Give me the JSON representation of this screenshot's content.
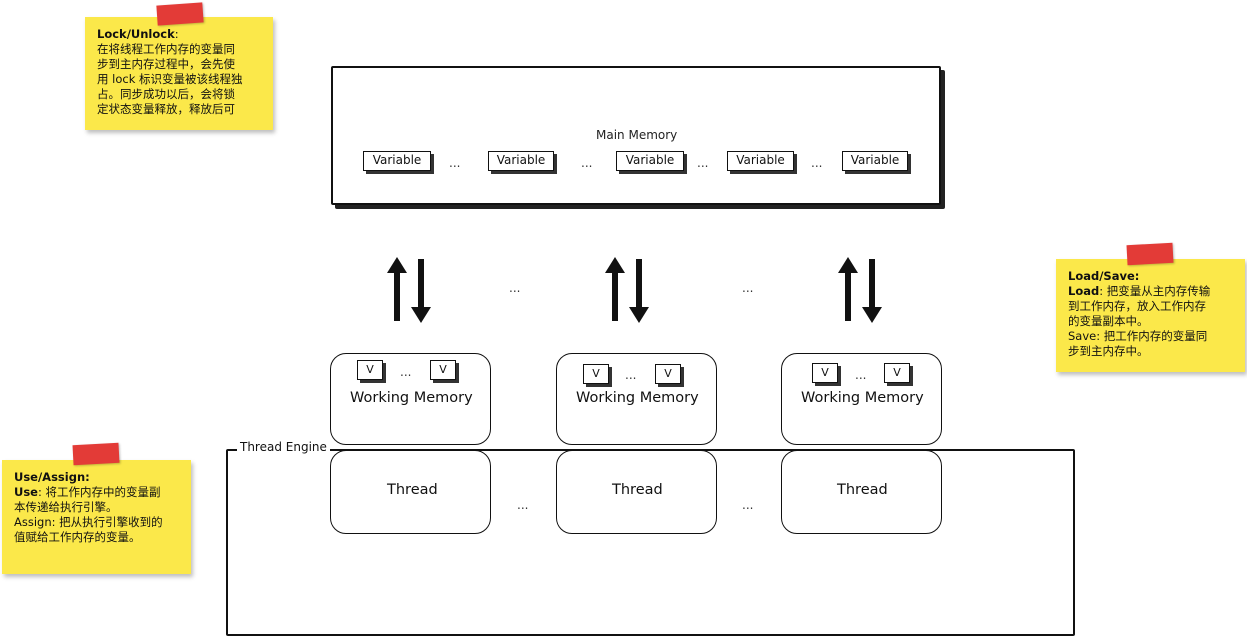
{
  "main_memory": {
    "title": "Main Memory",
    "variables": [
      "Variable",
      "Variable",
      "Variable",
      "Variable",
      "Variable"
    ],
    "ellipsis": "..."
  },
  "between_arrows": [
    "...",
    "..."
  ],
  "threads": [
    {
      "working_memory_label": "Working Memory",
      "vars": [
        "V",
        "V"
      ],
      "ellipsis": "...",
      "thread_label": "Thread"
    },
    {
      "working_memory_label": "Working Memory",
      "vars": [
        "V",
        "V"
      ],
      "ellipsis": "...",
      "thread_label": "Thread"
    },
    {
      "working_memory_label": "Working Memory",
      "vars": [
        "V",
        "V"
      ],
      "ellipsis": "...",
      "thread_label": "Thread"
    }
  ],
  "thread_engine": {
    "label": "Thread Engine",
    "between_threads": [
      "...",
      "..."
    ]
  },
  "notes": {
    "lock": {
      "title": "Lock/Unlock",
      "title_suffix": ":",
      "lines": [
        "在将线程工作内存的变量同",
        "步到主内存过程中，会先使",
        "用 lock 标识变量被该线程独",
        "占。同步成功以后，会将锁",
        "定状态变量释放，释放后可"
      ]
    },
    "load": {
      "title": "Load/Save:",
      "load_term": "Load",
      "load_text": ": 把变量从主内存传输",
      "load_lines": [
        "到工作内存，放入工作内存",
        "的变量副本中。"
      ],
      "save_line1": "Save: 把工作内存的变量同",
      "save_line2": "步到主内存中。"
    },
    "use": {
      "title": "Use/Assign:",
      "use_term": "Use",
      "use_text": ": 将工作内存中的变量副",
      "use_line2": "本传递给执行引擎。",
      "assign_line1": "Assign: 把从执行引擎收到的",
      "assign_line2": "值赋给工作内存的变量。"
    }
  },
  "colors": {
    "note_bg": "#fbe84a",
    "tape": "#e33b37",
    "stroke": "#111111"
  }
}
